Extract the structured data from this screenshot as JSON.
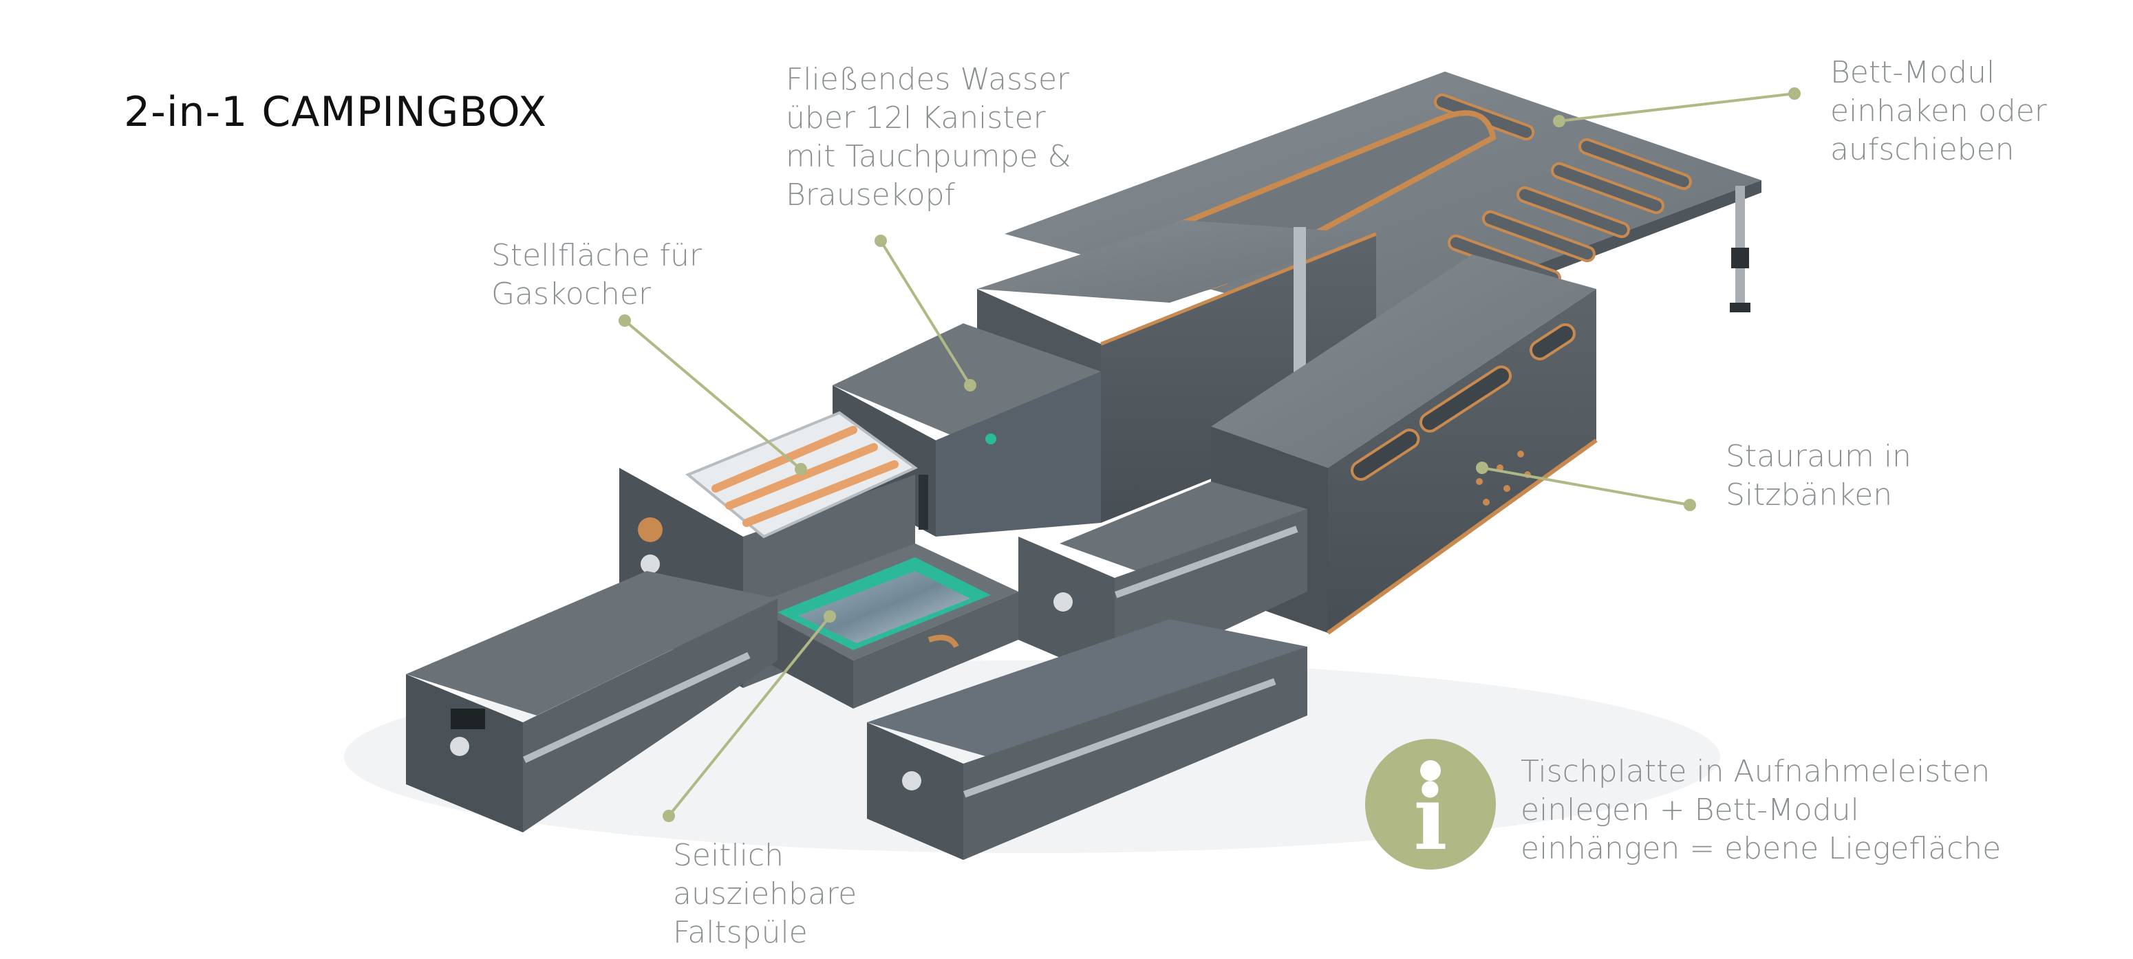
{
  "title": "2-in-1 CAMPINGBOX",
  "annotations": [
    {
      "id": "wasser",
      "lines": [
        "Fließendes Wasser",
        "über 12l Kanister",
        "mit Tauchpumpe &",
        "Brausekopf"
      ]
    },
    {
      "id": "bett",
      "lines": [
        "Bett-Modul",
        "einhaken oder",
        "aufschieben"
      ]
    },
    {
      "id": "gaskocher",
      "lines": [
        "Stellfläche für",
        "Gaskocher"
      ]
    },
    {
      "id": "stauraum",
      "lines": [
        "Stauraum in",
        "Sitzbänken"
      ]
    },
    {
      "id": "spuele",
      "lines": [
        "Seitlich",
        "ausziehbare",
        "Faltspüle"
      ]
    },
    {
      "id": "info",
      "lines": [
        "Tischplatte in Aufnahmeleisten",
        "einlegen + Bett-Modul",
        "einhängen = ebene Liegefläche"
      ]
    }
  ],
  "info_icon": {
    "name": "info-icon",
    "glyph": "i"
  },
  "colors": {
    "accent": "#b0b886",
    "panel": "#5f676e",
    "panel_dark": "#454c52",
    "panel_light": "#7d858b",
    "wood": "#c98a4f",
    "teal": "#2bb99a",
    "label_text": "#8a8f92",
    "title_text": "#111111"
  }
}
